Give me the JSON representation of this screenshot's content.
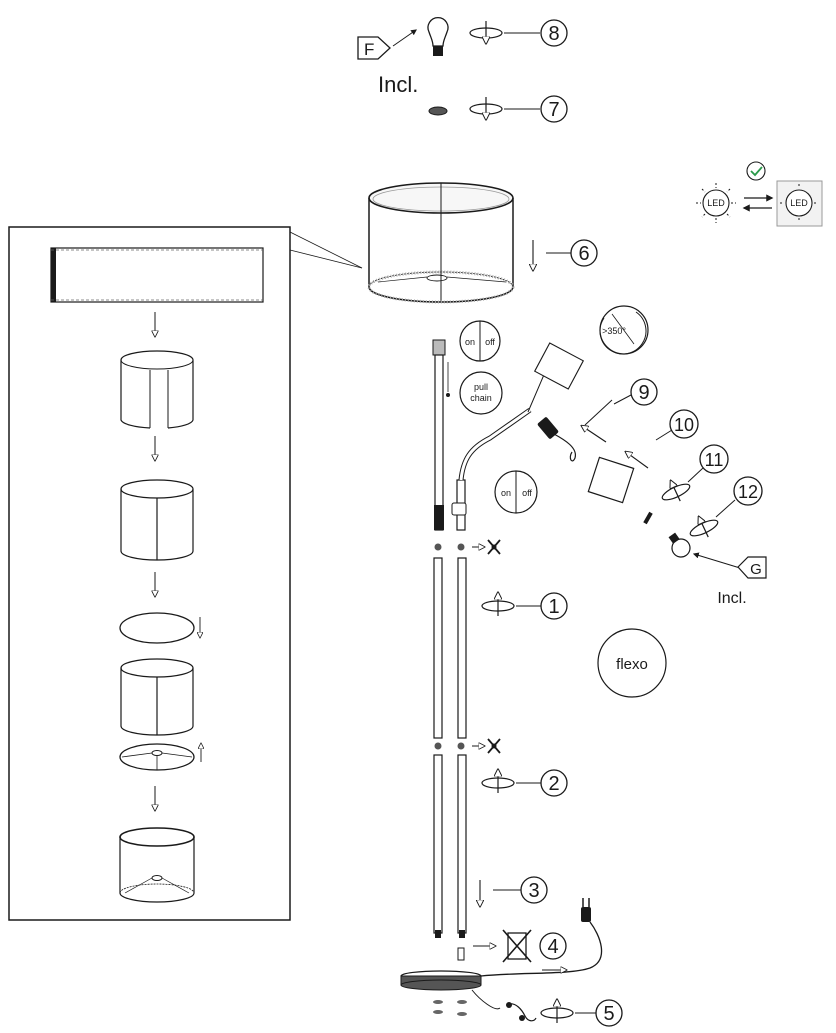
{
  "badges": {
    "energy_top": "F",
    "energy_bulb": "G"
  },
  "labels": {
    "incl_top": "Incl.",
    "incl_bulb": "Incl.",
    "led": "LED",
    "flexo": "flexo",
    "rotation": ">350°",
    "on": "on",
    "off": "off",
    "pull_chain_line1": "pull",
    "pull_chain_line2": "chain"
  },
  "steps": [
    "1",
    "2",
    "3",
    "4",
    "5",
    "6",
    "7",
    "8",
    "9",
    "10",
    "11",
    "12"
  ]
}
